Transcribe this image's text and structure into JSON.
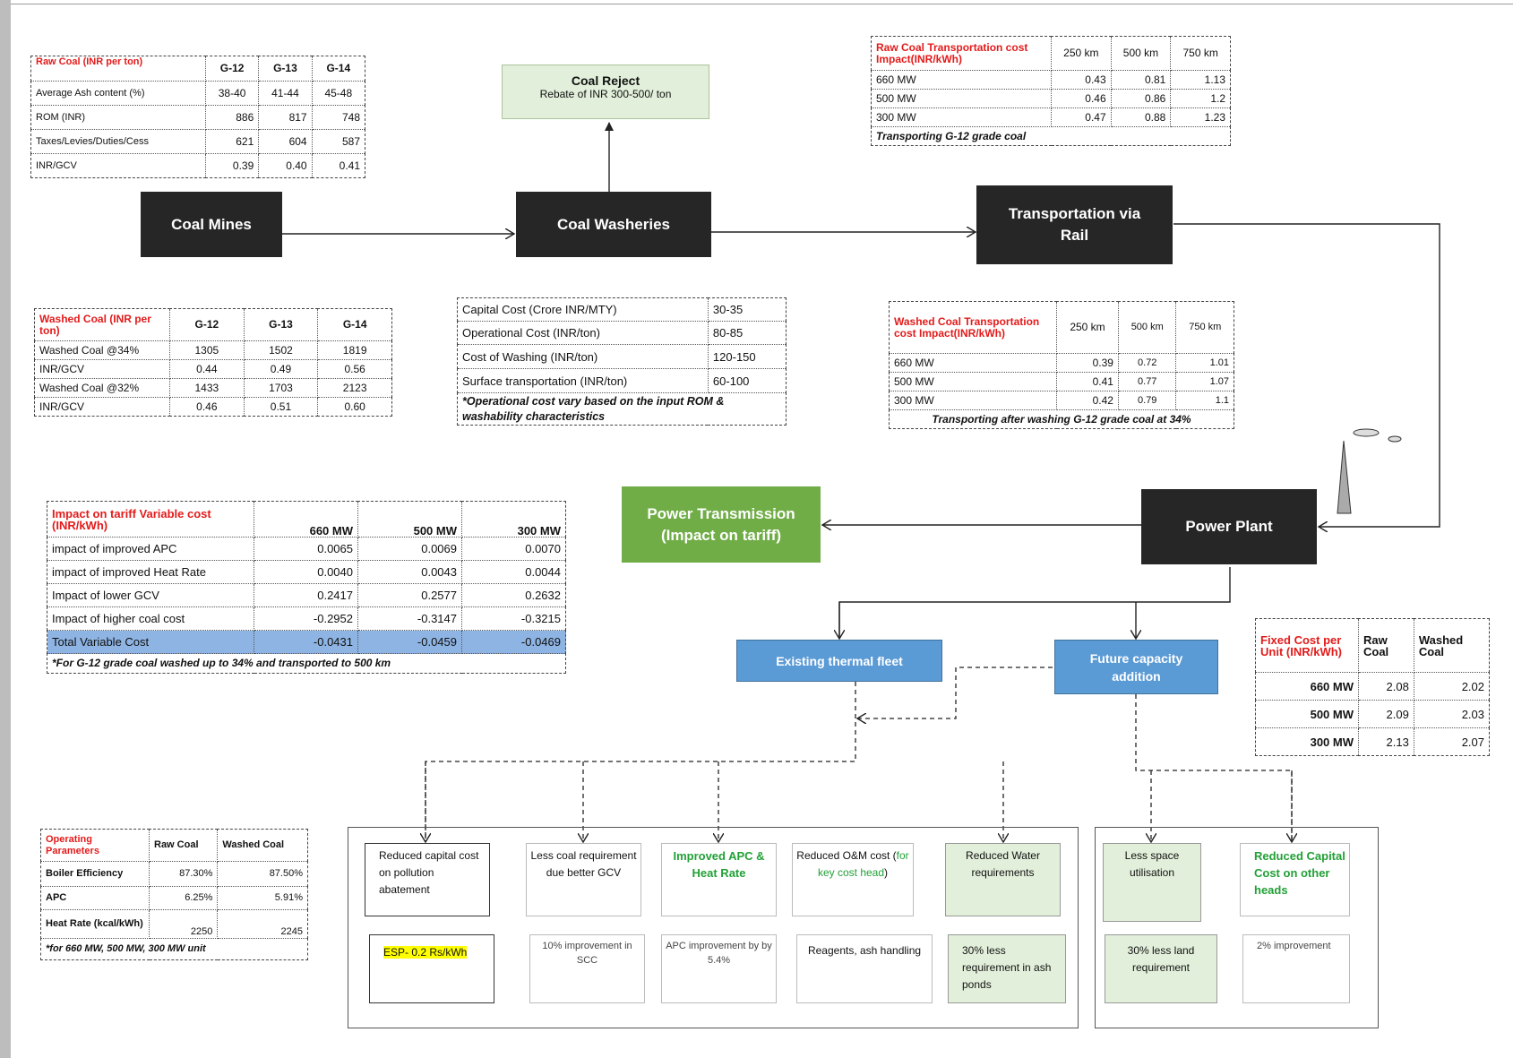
{
  "flow": {
    "coal_mines": "Coal Mines",
    "coal_washeries": "Coal Washeries",
    "transport_rail": "Transportation via Rail",
    "power_plant": "Power Plant",
    "power_transmission": "Power Transmission (Impact on tariff)",
    "coal_reject_title": "Coal Reject",
    "coal_reject_sub": "Rebate of INR 300-500/ ton",
    "existing_fleet": "Existing thermal fleet",
    "future_capacity": "Future capacity addition"
  },
  "raw_coal": {
    "title": "Raw Coal (INR per ton)",
    "cols": [
      "G-12",
      "G-13",
      "G-14"
    ],
    "rows": [
      {
        "label": "Average Ash content (%)",
        "v": [
          "38-40",
          "41-44",
          "45-48"
        ]
      },
      {
        "label": "ROM (INR)",
        "v": [
          "886",
          "817",
          "748"
        ]
      },
      {
        "label": "Taxes/Levies/Duties/Cess",
        "v": [
          "621",
          "604",
          "587"
        ]
      },
      {
        "label": "INR/GCV",
        "v": [
          "0.39",
          "0.40",
          "0.41"
        ]
      }
    ]
  },
  "washed_coal": {
    "title": "Washed Coal (INR per ton)",
    "cols": [
      "G-12",
      "G-13",
      "G-14"
    ],
    "rows": [
      {
        "label": "Washed Coal @34%",
        "v": [
          "1305",
          "1502",
          "1819"
        ]
      },
      {
        "label": "INR/GCV",
        "v": [
          "0.44",
          "0.49",
          "0.56"
        ]
      },
      {
        "label": "Washed Coal @32%",
        "v": [
          "1433",
          "1703",
          "2123"
        ]
      },
      {
        "label": "INR/GCV",
        "v": [
          "0.46",
          "0.51",
          "0.60"
        ]
      }
    ]
  },
  "washery_costs": {
    "rows": [
      {
        "label": "Capital Cost (Crore INR/MTY)",
        "v": "30-35"
      },
      {
        "label": "Operational Cost (INR/ton)",
        "v": "80-85"
      },
      {
        "label": "Cost of Washing (INR/ton)",
        "v": "120-150"
      },
      {
        "label": "Surface transportation (INR/ton)",
        "v": "60-100"
      }
    ],
    "note": "*Operational cost vary based on the input ROM & washability characteristics"
  },
  "raw_transport": {
    "title": "Raw Coal Transportation cost Impact(INR/kWh)",
    "cols": [
      "250 km",
      "500 km",
      "750 km"
    ],
    "rows": [
      {
        "label": "660 MW",
        "v": [
          "0.43",
          "0.81",
          "1.13"
        ]
      },
      {
        "label": "500 MW",
        "v": [
          "0.46",
          "0.86",
          "1.2"
        ]
      },
      {
        "label": "300 MW",
        "v": [
          "0.47",
          "0.88",
          "1.23"
        ]
      }
    ],
    "note": "Transporting G-12 grade coal"
  },
  "washed_transport": {
    "title": "Washed Coal Transportation cost Impact(INR/kWh)",
    "cols": [
      "250 km",
      "500 km",
      "750 km"
    ],
    "rows": [
      {
        "label": "660 MW",
        "v": [
          "0.39",
          "0.72",
          "1.01"
        ]
      },
      {
        "label": "500 MW",
        "v": [
          "0.41",
          "0.77",
          "1.07"
        ]
      },
      {
        "label": "300 MW",
        "v": [
          "0.42",
          "0.79",
          "1.1"
        ]
      }
    ],
    "note": "Transporting after washing G-12 grade coal at 34%"
  },
  "tariff": {
    "title": "Impact on tariff Variable cost (INR/kWh)",
    "cols": [
      "660 MW",
      "500 MW",
      "300 MW"
    ],
    "rows": [
      {
        "label": "impact of improved APC",
        "v": [
          "0.0065",
          "0.0069",
          "0.0070"
        ]
      },
      {
        "label": "impact of improved Heat Rate",
        "v": [
          "0.0040",
          "0.0043",
          "0.0044"
        ]
      },
      {
        "label": "Impact of lower GCV",
        "v": [
          "0.2417",
          "0.2577",
          "0.2632"
        ]
      },
      {
        "label": "Impact of higher coal cost",
        "v": [
          "-0.2952",
          "-0.3147",
          "-0.3215"
        ]
      },
      {
        "label": "Total Variable Cost",
        "v": [
          "-0.0431",
          "-0.0459",
          "-0.0469"
        ]
      }
    ],
    "note": "*For G-12 grade coal washed up to 34% and transported to 500 km"
  },
  "fixed_cost": {
    "title": "Fixed Cost per Unit (INR/kWh)",
    "cols": [
      "Raw Coal",
      "Washed Coal"
    ],
    "rows": [
      {
        "label": "660 MW",
        "v": [
          "2.08",
          "2.02"
        ]
      },
      {
        "label": "500 MW",
        "v": [
          "2.09",
          "2.03"
        ]
      },
      {
        "label": "300 MW",
        "v": [
          "2.13",
          "2.07"
        ]
      }
    ]
  },
  "operating": {
    "title": "Operating Parameters",
    "cols": [
      "Raw Coal",
      "Washed Coal"
    ],
    "rows": [
      {
        "label": "Boiler Efficiency",
        "v": [
          "87.30%",
          "87.50%"
        ]
      },
      {
        "label": "APC",
        "v": [
          "6.25%",
          "5.91%"
        ]
      },
      {
        "label": "Heat Rate (kcal/kWh)",
        "v": [
          "2250",
          "2245"
        ]
      }
    ],
    "note": "*for 660 MW, 500 MW, 300 MW unit"
  },
  "benefits": {
    "b1_top": "Reduced capital cost on pollution abatement",
    "b1_bottom": "ESP- 0.2 Rs/kWh",
    "b2_top": "Less coal requirement due better GCV",
    "b2_bottom": "10% improvement in SCC",
    "b3_top": "Improved APC & Heat Rate",
    "b3_bottom": "APC improvement by by 5.4%",
    "b4_top_a": "Reduced O&M cost (",
    "b4_top_b": "for key cost head",
    "b4_top_c": ")",
    "b4_bottom": "Reagents, ash handling",
    "b5_top": "Reduced Water requirements",
    "b5_bottom": "30% less requirement in ash ponds",
    "b6_top": "Less space utilisation",
    "b6_bottom": "30% less land requirement",
    "b7_top": "Reduced Capital Cost on other heads",
    "b7_bottom": "2% improvement"
  },
  "colors": {
    "dark": "#262626",
    "blue": "#5b9bd5",
    "green": "#70ad47",
    "red": "#e31b1b",
    "pale_green": "#e2efda"
  }
}
